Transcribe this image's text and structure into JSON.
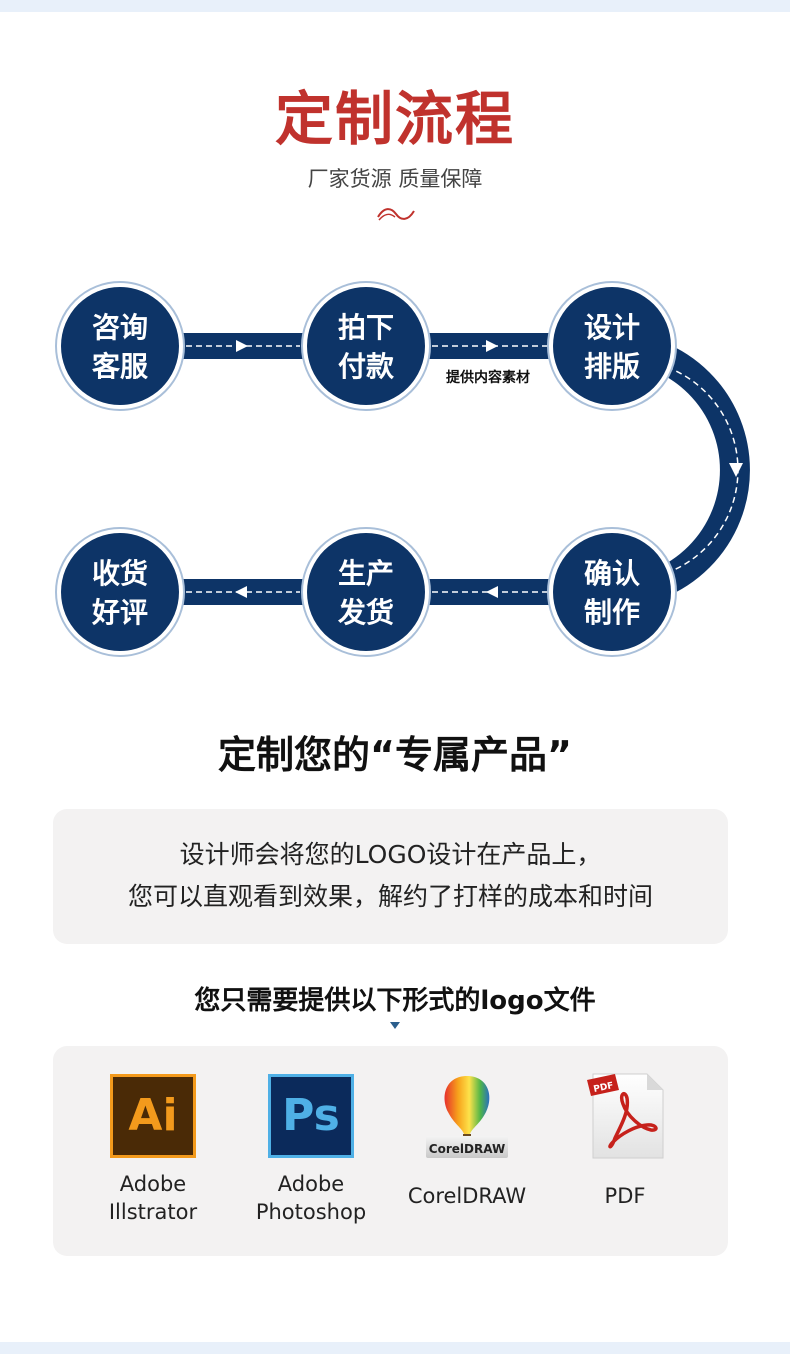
{
  "header": {
    "title": "定制流程",
    "subtitle": "厂家货源 质量保障"
  },
  "process": {
    "steps_top": [
      {
        "line1": "咨询",
        "line2": "客服"
      },
      {
        "line1": "拍下",
        "line2": "付款"
      },
      {
        "line1": "设计",
        "line2": "排版"
      }
    ],
    "steps_bottom": [
      {
        "line1": "收货",
        "line2": "好评"
      },
      {
        "line1": "生产",
        "line2": "发货"
      },
      {
        "line1": "确认",
        "line2": "制作"
      }
    ],
    "connector_label": "提供内容素材",
    "colors": {
      "node": "#0d3467",
      "ring": "#a9bfd9",
      "accent": "#c0322d"
    }
  },
  "custom": {
    "heading": "定制您的“专属产品”",
    "line1": "设计师会将您的LOGO设计在产品上，",
    "line2": "您可以直观看到效果，解约了打样的成本和时间"
  },
  "formats": {
    "heading": "您只需要提供以下形式的logo文件",
    "items": [
      {
        "icon": "adobe-illustrator-icon",
        "glyph": "Ai",
        "line1": "Adobe",
        "line2": "Illstrator"
      },
      {
        "icon": "adobe-photoshop-icon",
        "glyph": "Ps",
        "line1": "Adobe",
        "line2": "Photoshop"
      },
      {
        "icon": "coreldraw-icon",
        "logo_text": "CorelDRAW",
        "label": "CorelDRAW"
      },
      {
        "icon": "pdf-icon",
        "logo_text": "PDF",
        "label": "PDF"
      }
    ]
  }
}
